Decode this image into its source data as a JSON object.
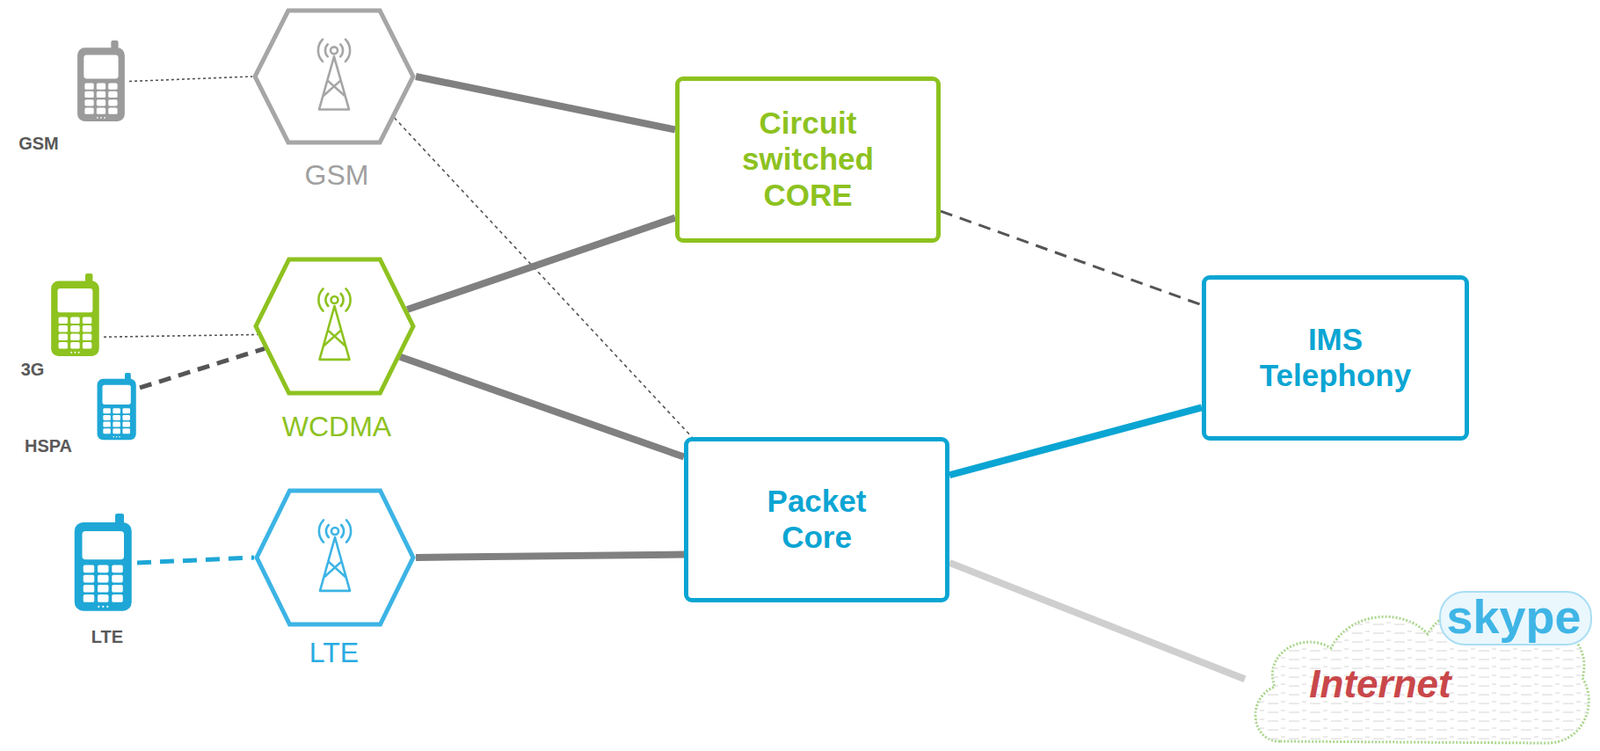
{
  "diagram": {
    "nodes": [
      {
        "text": [
          "GSM"
        ]
      },
      {
        "text": [
          "GSM"
        ]
      },
      {
        "text": [
          "Circuit switched CORE"
        ]
      },
      {
        "text": [
          "3G"
        ]
      },
      {
        "text": [
          "HSPA"
        ]
      },
      {
        "text": [
          "WCDMA"
        ]
      },
      {
        "text": [
          "IMS Telephony"
        ]
      },
      {
        "text": [
          "Packet Core"
        ]
      },
      {
        "text": [
          "LTE"
        ]
      },
      {
        "text": [
          "LTE"
        ]
      },
      {
        "text": [
          "skype",
          "Internet"
        ]
      }
    ],
    "edges": [
      {
        "from": 0,
        "to": 1,
        "arrow": "none"
      },
      {
        "from": 1,
        "to": 2,
        "arrow": "none"
      },
      {
        "from": 1,
        "to": 7,
        "arrow": "none"
      },
      {
        "from": 3,
        "to": 5,
        "arrow": "none"
      },
      {
        "from": 4,
        "to": 5,
        "arrow": "none"
      },
      {
        "from": 5,
        "to": 2,
        "arrow": "none"
      },
      {
        "from": 5,
        "to": 7,
        "arrow": "none"
      },
      {
        "from": 8,
        "to": 9,
        "arrow": "none"
      },
      {
        "from": 9,
        "to": 7,
        "arrow": "none"
      },
      {
        "from": 2,
        "to": 6,
        "arrow": "none"
      },
      {
        "from": 7,
        "to": 6,
        "arrow": "none"
      },
      {
        "from": 7,
        "to": 10,
        "arrow": "none"
      }
    ]
  }
}
